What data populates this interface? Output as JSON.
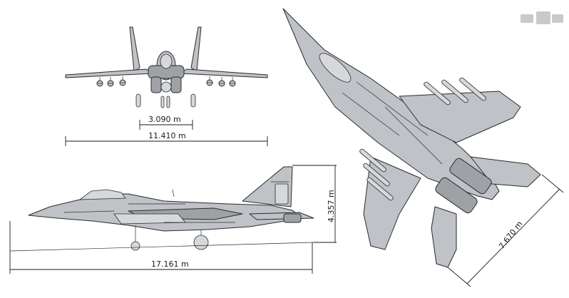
{
  "dimensions": {
    "tailplane_span": "3.090 m",
    "wingspan": "11.410 m",
    "height": "4.357 m",
    "length": "17.161 m",
    "width_oblique": "7.670 m"
  },
  "colors": {
    "airframe": "#bfc2c6",
    "airframe_dark": "#9ea2a7",
    "line": "#2b2b2b",
    "background": "#ffffff"
  }
}
